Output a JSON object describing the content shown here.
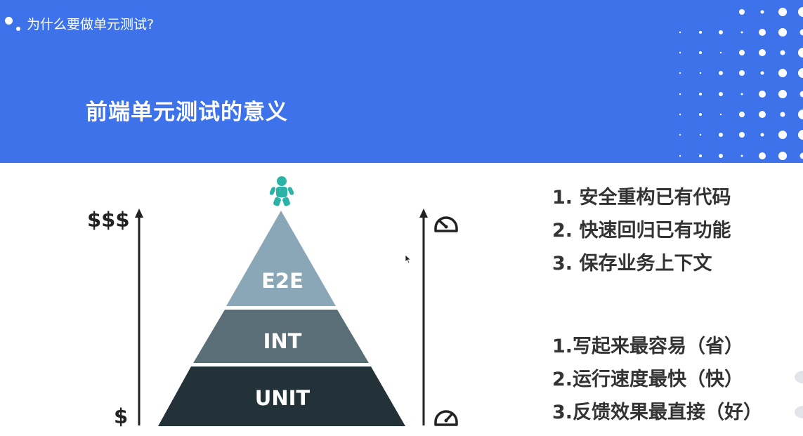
{
  "header": {
    "section_title": "为什么要做单元测试?",
    "slide_title": "前端单元测试的意义",
    "background_color": "#3d72ea"
  },
  "diagram": {
    "type": "test-pyramid",
    "top_icon": "baby-icon",
    "left_axis": {
      "top_label": "$$$",
      "bottom_label": "$"
    },
    "right_axis": {
      "top_icon": "speedometer-slow-icon",
      "bottom_icon": "speedometer-fast-icon"
    },
    "layers": [
      {
        "label": "E2E",
        "color": "#8aa7b7"
      },
      {
        "label": "INT",
        "color": "#5a6e78"
      },
      {
        "label": "UNIT",
        "color": "#233238"
      }
    ],
    "icon_color": "#2ab3a6"
  },
  "benefits": [
    "1. 安全重构已有代码",
    "2. 快速回归已有功能",
    "3. 保存业务上下文"
  ],
  "unit_test_traits": [
    "1.写起来最容易（省）",
    "2.运行速度最快（快）",
    "3.反馈效果最直接（好）"
  ]
}
